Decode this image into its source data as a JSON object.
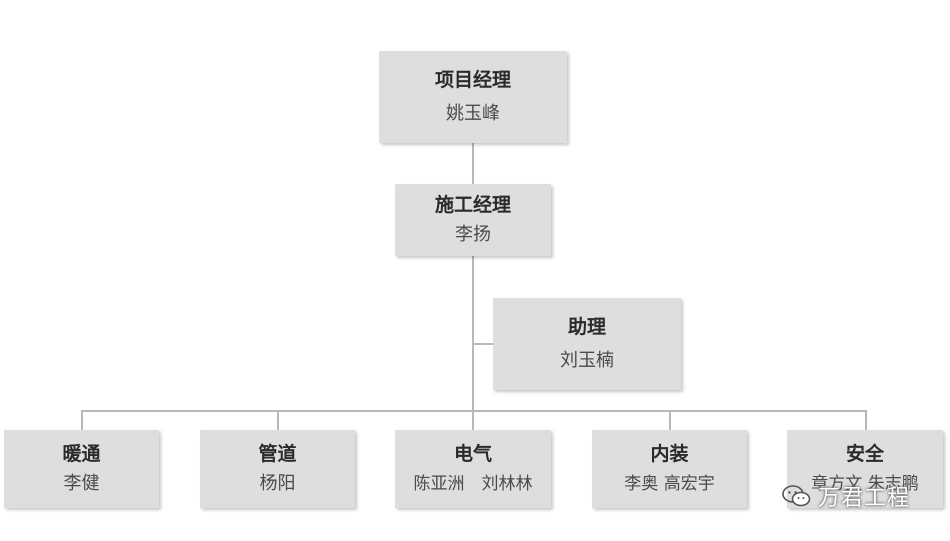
{
  "org_chart": {
    "manager": {
      "role": "项目经理",
      "name": "姚玉峰"
    },
    "construction_manager": {
      "role": "施工经理",
      "name": "李扬"
    },
    "assistant": {
      "role": "助理",
      "name": "刘玉楠"
    },
    "departments": [
      {
        "role": "暖通",
        "name": "李健"
      },
      {
        "role": "管道",
        "name": "杨阳"
      },
      {
        "role": "电气",
        "name": "陈亚洲　刘林林"
      },
      {
        "role": "内装",
        "name": "李奥 高宏宇"
      },
      {
        "role": "安全",
        "name": "章方文 朱志鹏"
      }
    ]
  },
  "watermark": {
    "text": "万君工程",
    "icon": "wechat-icon"
  },
  "colors": {
    "box": "#dedede",
    "connector": "#b8b8b8",
    "text": "#333333"
  }
}
